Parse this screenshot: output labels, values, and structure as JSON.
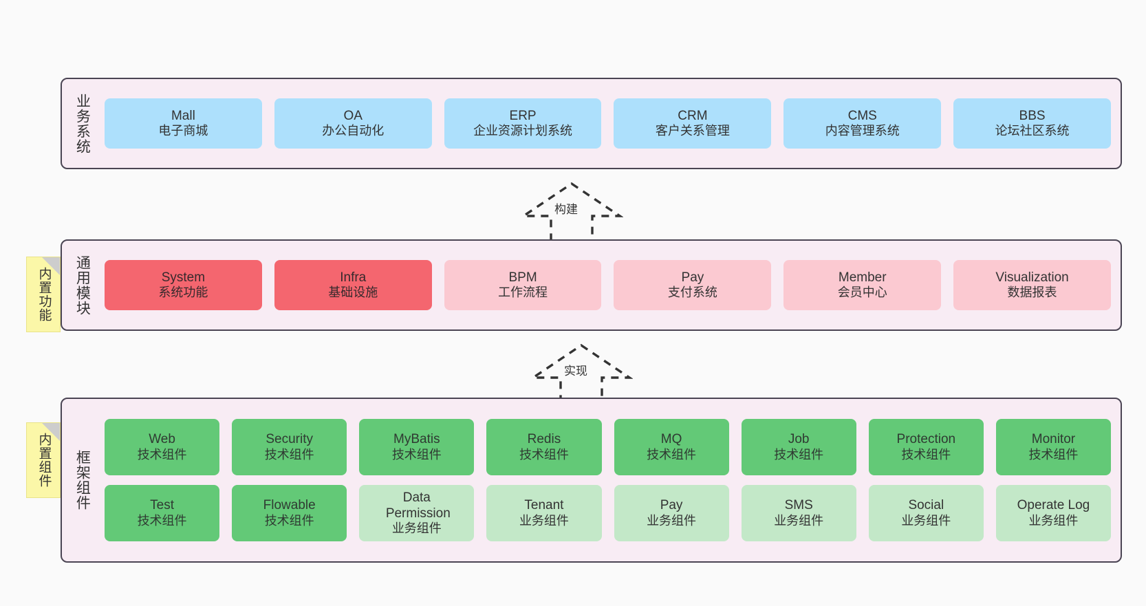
{
  "diagram": {
    "title_hidden": "",
    "colors": {
      "background": "#fafafa",
      "band_fill": "#f8ecf4",
      "band_border": "#4a4453",
      "business_card": "#ade0fc",
      "module_primary": "#f4666f",
      "module_secondary": "#fbc9d1",
      "framework_tech": "#63c977",
      "framework_business": "#c3e8c8",
      "note_fill": "#fbf7a8",
      "note_fold": "#cdcdcd",
      "connector": "#333333"
    }
  },
  "layers": {
    "business": {
      "title": "业务系统",
      "cards": [
        {
          "en": "Mall",
          "cn": "电子商城"
        },
        {
          "en": "OA",
          "cn": "办公自动化"
        },
        {
          "en": "ERP",
          "cn": "企业资源计划系统"
        },
        {
          "en": "CRM",
          "cn": "客户关系管理"
        },
        {
          "en": "CMS",
          "cn": "内容管理系统"
        },
        {
          "en": "BBS",
          "cn": "论坛社区系统"
        }
      ]
    },
    "modules": {
      "title": "通用模块",
      "note": "内置功能",
      "cards": [
        {
          "en": "System",
          "cn": "系统功能",
          "style": "c-red"
        },
        {
          "en": "Infra",
          "cn": "基础设施",
          "style": "c-red"
        },
        {
          "en": "BPM",
          "cn": "工作流程",
          "style": "c-pink"
        },
        {
          "en": "Pay",
          "cn": "支付系统",
          "style": "c-pink"
        },
        {
          "en": "Member",
          "cn": "会员中心",
          "style": "c-pink"
        },
        {
          "en": "Visualization",
          "cn": "数据报表",
          "style": "c-pink"
        }
      ]
    },
    "framework": {
      "title": "框架组件",
      "note": "内置组件",
      "row1": [
        {
          "en": "Web",
          "cn": "技术组件",
          "style": "c-green"
        },
        {
          "en": "Security",
          "cn": "技术组件",
          "style": "c-green"
        },
        {
          "en": "MyBatis",
          "cn": "技术组件",
          "style": "c-green"
        },
        {
          "en": "Redis",
          "cn": "技术组件",
          "style": "c-green"
        },
        {
          "en": "MQ",
          "cn": "技术组件",
          "style": "c-green"
        },
        {
          "en": "Job",
          "cn": "技术组件",
          "style": "c-green"
        },
        {
          "en": "Protection",
          "cn": "技术组件",
          "style": "c-green"
        },
        {
          "en": "Monitor",
          "cn": "技术组件",
          "style": "c-green"
        }
      ],
      "row2": [
        {
          "en": "Test",
          "cn": "技术组件",
          "style": "c-green"
        },
        {
          "en": "Flowable",
          "cn": "技术组件",
          "style": "c-green"
        },
        {
          "en": "Data Permission",
          "cn": "业务组件",
          "style": "c-lightgreen"
        },
        {
          "en": "Tenant",
          "cn": "业务组件",
          "style": "c-lightgreen"
        },
        {
          "en": "Pay",
          "cn": "业务组件",
          "style": "c-lightgreen"
        },
        {
          "en": "SMS",
          "cn": "业务组件",
          "style": "c-lightgreen"
        },
        {
          "en": "Social",
          "cn": "业务组件",
          "style": "c-lightgreen"
        },
        {
          "en": "Operate Log",
          "cn": "业务组件",
          "style": "c-lightgreen"
        }
      ]
    }
  },
  "connectors": [
    {
      "label": "构建"
    },
    {
      "label": "实现"
    }
  ]
}
